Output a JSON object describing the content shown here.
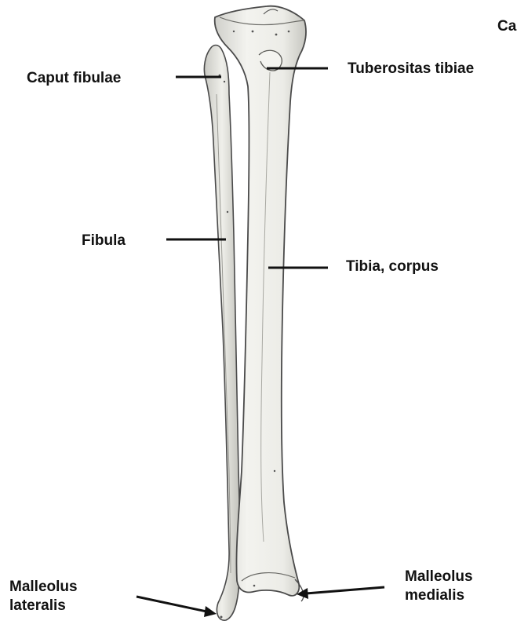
{
  "figure": {
    "background": "#ffffff",
    "bone_fill": "#e9e9e4",
    "bone_outline": "#4a4a4a",
    "leader_color": "#111111"
  },
  "labels": {
    "cut_top_right": "Ca",
    "caput_fibulae": "Caput fibulae",
    "tuberositas_tibiae": "Tuberositas tibiae",
    "fibula": "Fibula",
    "tibia_corpus": "Tibia, corpus",
    "malleolus_lateralis": [
      "Malleolus",
      "lateralis"
    ],
    "malleolus_medialis": [
      "Malleolus",
      "medialis"
    ]
  }
}
